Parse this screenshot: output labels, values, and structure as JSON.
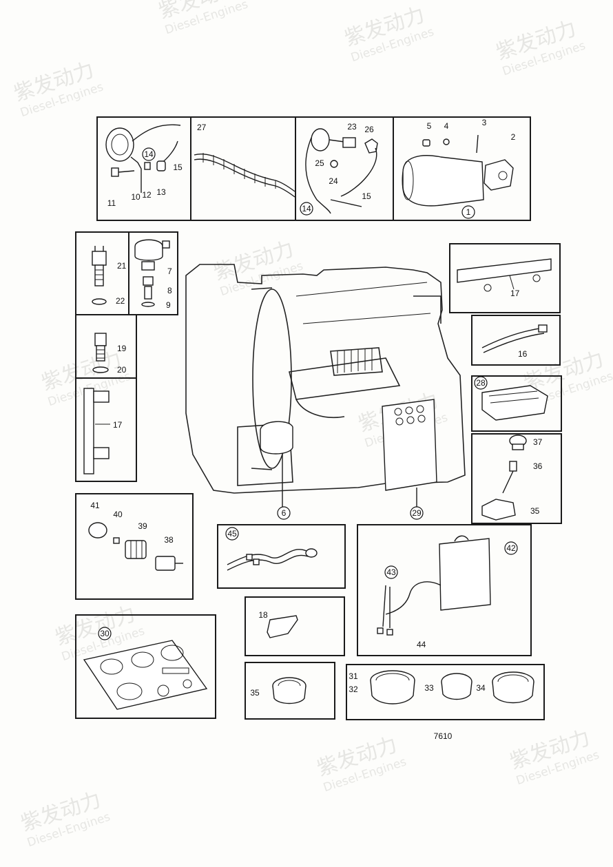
{
  "watermark": {
    "brand": "紫发动力",
    "sub": "Diesel-Engines"
  },
  "drawing_number": "7610",
  "labels": {
    "l1": "1",
    "l2": "2",
    "l3": "3",
    "l4": "4",
    "l5": "5",
    "l6": "6",
    "l7": "7",
    "l8": "8",
    "l9": "9",
    "l10": "10",
    "l11": "11",
    "l12": "12",
    "l13": "13",
    "l14": "14",
    "l14b": "14",
    "l15": "15",
    "l15b": "15",
    "l16": "16",
    "l17": "17",
    "l17b": "17",
    "l18": "18",
    "l19": "19",
    "l20": "20",
    "l21": "21",
    "l22": "22",
    "l23": "23",
    "l24": "24",
    "l25": "25",
    "l26": "26",
    "l27": "27",
    "l28": "28",
    "l29": "29",
    "l30": "30",
    "l31": "31",
    "l32": "32",
    "l33": "33",
    "l34": "34",
    "l35": "35",
    "l35b": "35",
    "l36": "36",
    "l37": "37",
    "l38": "38",
    "l39": "39",
    "l40": "40",
    "l41": "41",
    "l42": "42",
    "l43": "43",
    "l44": "44",
    "l45": "45"
  }
}
